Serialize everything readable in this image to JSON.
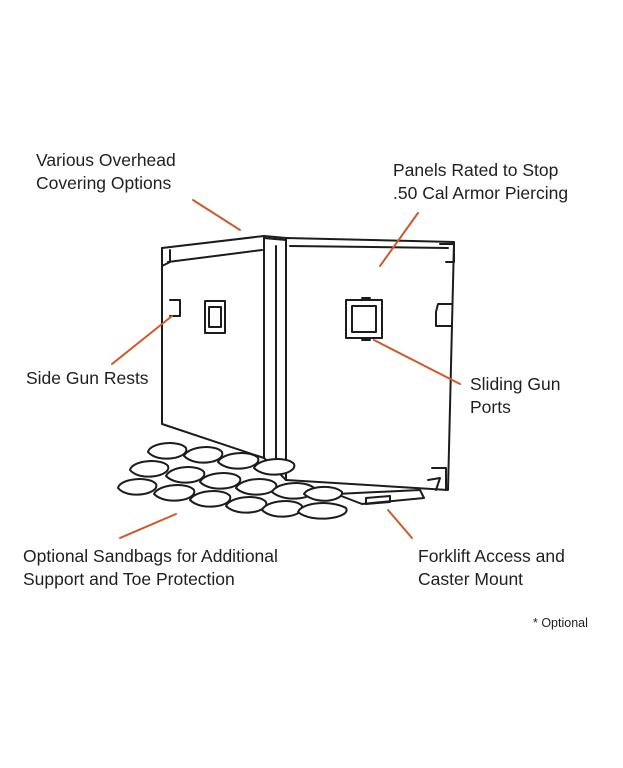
{
  "colors": {
    "leader": "#cc5a2a",
    "outline": "#1c1c1c",
    "background": "#ffffff"
  },
  "callouts": {
    "overhead": {
      "line1": "Various Overhead",
      "line2": "Covering Options"
    },
    "panels": {
      "line1": "Panels Rated to Stop",
      "line2": ".50 Cal Armor Piercing"
    },
    "side_gun_rests": {
      "line1": "Side Gun Rests"
    },
    "sliding_gun_ports": {
      "line1": "Sliding Gun",
      "line2": "Ports"
    },
    "sandbags": {
      "line1": "Optional Sandbags for Additional",
      "line2": "Support and Toe Protection"
    },
    "forklift": {
      "line1": "Forklift Access and",
      "line2": "Caster Mount"
    }
  },
  "footnote": "* Optional"
}
